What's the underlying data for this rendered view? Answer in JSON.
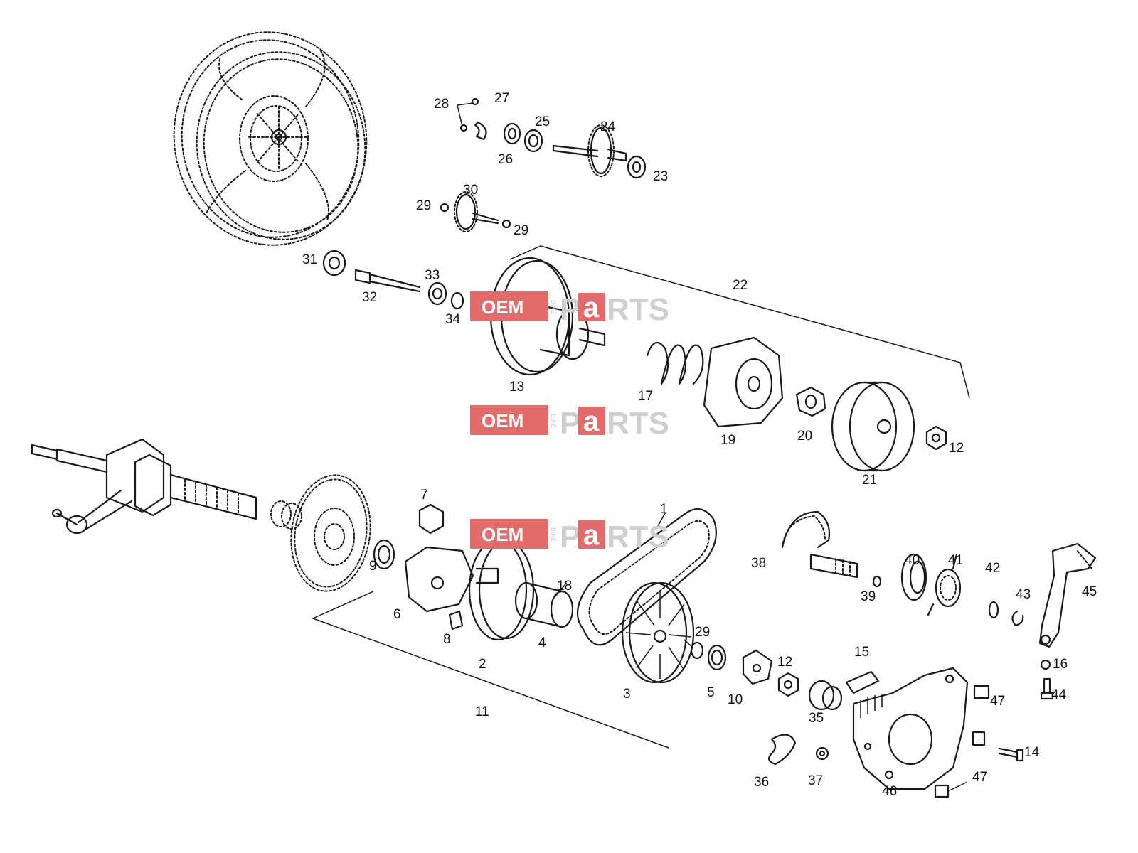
{
  "watermark": {
    "oem": "OEM",
    "bike": "BIKE",
    "p": "P",
    "a": "a",
    "rts": "RTS"
  },
  "callouts": [
    "1",
    "2",
    "3",
    "4",
    "5",
    "6",
    "7",
    "8",
    "9",
    "10",
    "11",
    "12",
    "12",
    "13",
    "14",
    "15",
    "16",
    "17",
    "18",
    "19",
    "20",
    "21",
    "22",
    "23",
    "24",
    "25",
    "26",
    "27",
    "28",
    "29",
    "29",
    "29",
    "30",
    "31",
    "32",
    "33",
    "34",
    "35",
    "36",
    "37",
    "38",
    "39",
    "40",
    "41",
    "42",
    "43",
    "44",
    "45",
    "46",
    "47",
    "47"
  ],
  "colors": {
    "line": "#1a1a1a",
    "watermark_red": "#e06c6c",
    "watermark_gray": "#cfcfcf"
  }
}
